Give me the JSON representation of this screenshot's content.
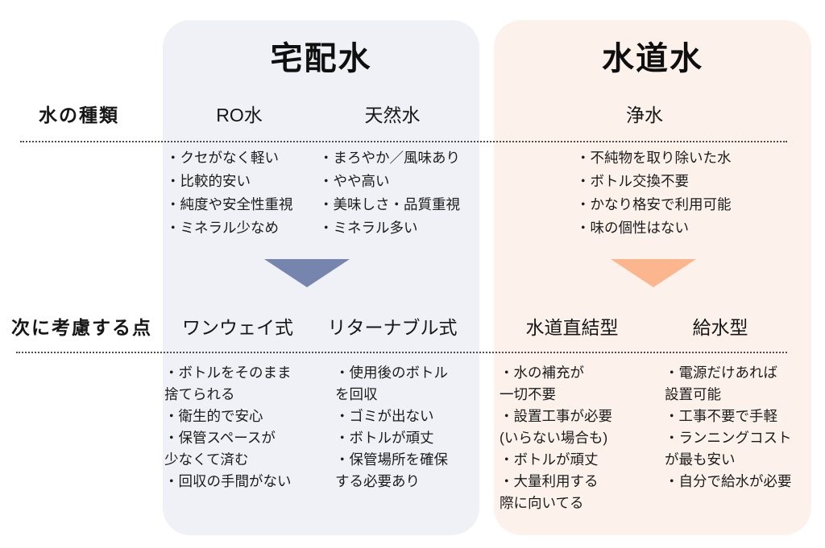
{
  "comparison": {
    "row_labels": {
      "row1": "水の種類",
      "row2": "次に考慮する点"
    },
    "colors": {
      "delivered_bg": "#eff1f6",
      "tap_bg": "#fdf1ec",
      "delivered_arrow": "#7585ad",
      "tap_arrow": "#fbb68d"
    },
    "delivered": {
      "title": "宅配水",
      "row1": {
        "ro": {
          "header": "RO水",
          "items": [
            "・クセがなく軽い",
            "・比較的安い",
            "・純度や安全性重視",
            "・ミネラル少なめ"
          ]
        },
        "natural": {
          "header": "天然水",
          "items": [
            "・まろやか／風味あり",
            "・やや高い",
            "・美味しさ・品質重視",
            "・ミネラル多い"
          ]
        }
      },
      "row2": {
        "oneway": {
          "header": "ワンウェイ式",
          "items": [
            "・ボトルをそのまま\n捨てられる",
            "・衛生的で安心",
            "・保管スペースが\n少なくて済む",
            "・回収の手間がない"
          ]
        },
        "returnable": {
          "header": "リターナブル式",
          "items": [
            "・使用後のボトル\nを回収",
            "・ゴミが出ない",
            "・ボトルが頑丈",
            "・保管場所を確保\nする必要あり"
          ]
        }
      }
    },
    "tap": {
      "title": "水道水",
      "row1": {
        "purified": {
          "header": "浄水",
          "items": [
            "・不純物を取り除いた水",
            "・ボトル交換不要",
            "・かなり格安で利用可能",
            "・味の個性はない"
          ]
        }
      },
      "row2": {
        "direct": {
          "header": "水道直結型",
          "items": [
            "・水の補充が\n一切不要",
            "・設置工事が必要\n(いらない場合も)",
            "・ボトルが頑丈",
            "・大量利用する\n際に向いてる"
          ]
        },
        "tank": {
          "header": "給水型",
          "items": [
            "・電源だけあれば\n設置可能",
            "・工事不要で手軽",
            "・ランニングコスト\nが最も安い",
            "・自分で給水が必要"
          ]
        }
      }
    }
  }
}
